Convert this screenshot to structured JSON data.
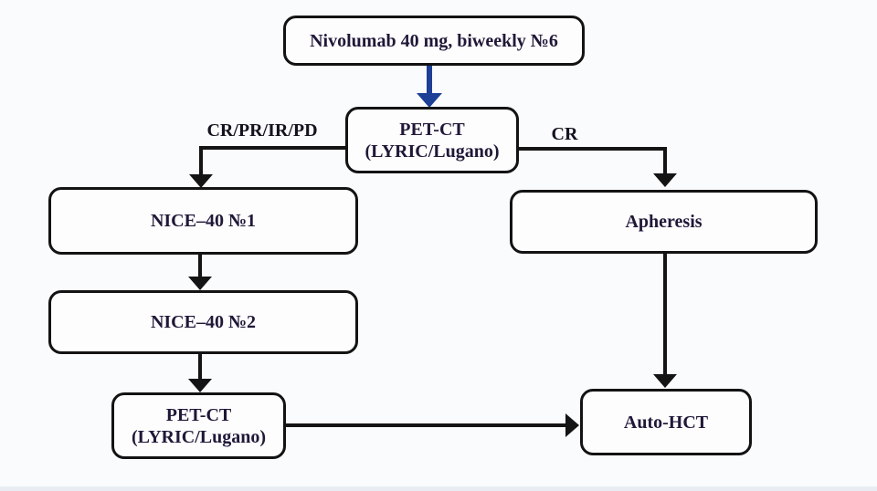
{
  "diagram": {
    "title": "Treatment protocol flowchart",
    "colors": {
      "background": "#fafbfd",
      "box_fill": "#fdfdfe",
      "box_border": "#131313",
      "box_text": "#211838",
      "edge_label_text": "#15121f",
      "line": "#141414",
      "accent_arrow": "#1e3f96",
      "bottom_strip": "#e9edf3"
    },
    "nodes": {
      "nivolumab": {
        "label": "Nivolumab 40 mg, biweekly №6"
      },
      "petct_top": {
        "line1": "PET-CT",
        "line2": "(LYRIC/Lugano)"
      },
      "nice1": {
        "label": "NICE–40 №1"
      },
      "nice2": {
        "label": "NICE–40 №2"
      },
      "petct_bottom": {
        "line1": "PET-CT",
        "line2": "(LYRIC/Lugano)"
      },
      "apheresis": {
        "label": "Apheresis"
      },
      "auto_hct": {
        "label": "Auto-HCT"
      }
    },
    "edge_labels": {
      "left_branch": "CR/PR/IR/PD",
      "right_branch": "CR"
    }
  }
}
